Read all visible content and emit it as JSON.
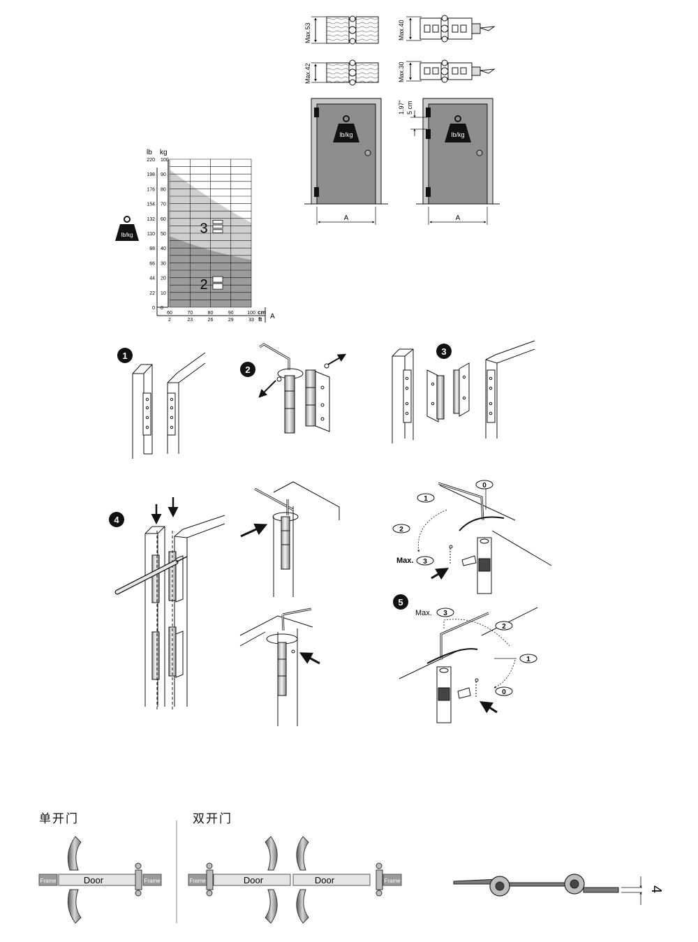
{
  "load_chart": {
    "unit_lb": "lb",
    "unit_kg": "kg",
    "weight_label": "lb/kg",
    "lb_ticks": [
      "220",
      "198",
      "176",
      "154",
      "132",
      "110",
      "88",
      "66",
      "44",
      "22",
      "0"
    ],
    "kg_ticks": [
      "100",
      "90",
      "80",
      "70",
      "60",
      "50",
      "40",
      "30",
      "20",
      "10",
      "0"
    ],
    "cm_ticks": [
      "60",
      "70",
      "80",
      "90",
      "100"
    ],
    "ft_ticks": [
      "2",
      "23",
      "26",
      "29",
      "33"
    ],
    "unit_cm": "cm",
    "unit_ft": "ft",
    "axis_a": "A",
    "zones": [
      {
        "label": "3",
        "kg_at_60": 93,
        "kg_at_100": 57,
        "fill": "#cfcfcf"
      },
      {
        "label": "2",
        "kg_at_60": 48,
        "kg_at_100": 32,
        "fill": "#9c9c9c"
      }
    ]
  },
  "profiles": {
    "max53": "Max.53",
    "max42": "Max.42",
    "max40": "Max.40",
    "max30": "Max.30",
    "gap_in": "1.97\"",
    "gap_cm": "5 cm"
  },
  "doors": {
    "weight_label": "lb/kg",
    "width_label": "A"
  },
  "steps": {
    "s1": "1",
    "s2": "2",
    "s3": "3",
    "s4": "4",
    "s5": "5",
    "adj_top": {
      "zero": "0",
      "one": "1",
      "two": "2",
      "max_prefix": "Max.",
      "three": "3"
    },
    "adj_bottom": {
      "max_prefix": "Max.",
      "three": "3",
      "two": "2",
      "one": "1",
      "zero": "0"
    }
  },
  "bottom": {
    "single_title": "单开门",
    "double_title": "双开门",
    "frame_label": "Frame",
    "door_label": "Door",
    "clearance": "4"
  }
}
